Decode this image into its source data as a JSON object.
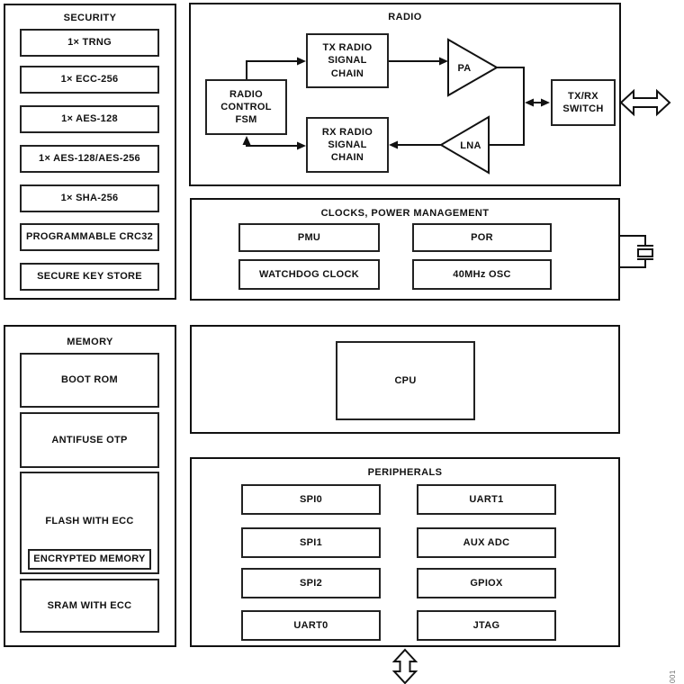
{
  "colors": {
    "background": "#ffffff",
    "line": "#111111",
    "box_border": "#222222",
    "text": "#111111",
    "figure_code_text": "#707070"
  },
  "security": {
    "title": "SECURITY",
    "items": [
      "1× TRNG",
      "1× ECC-256",
      "1× AES-128",
      "1× AES-128/AES-256",
      "1× SHA-256",
      "PROGRAMMABLE CRC32",
      "SECURE KEY STORE"
    ]
  },
  "radio": {
    "title": "RADIO",
    "fsm_label": "RADIO CONTROL FSM",
    "tx_chain_label": "TX RADIO SIGNAL CHAIN",
    "rx_chain_label": "RX RADIO SIGNAL CHAIN",
    "pa_label": "PA",
    "lna_label": "LNA",
    "switch_label": "TX/RX SWITCH"
  },
  "clocks": {
    "title": "CLOCKS, POWER MANAGEMENT",
    "pmu": "PMU",
    "por": "POR",
    "watchdog": "WATCHDOG CLOCK",
    "osc": "40MHz OSC"
  },
  "memory": {
    "title": "MEMORY",
    "boot_rom": "BOOT ROM",
    "antifuse": "ANTIFUSE OTP",
    "flash": "FLASH WITH ECC",
    "encrypted": "ENCRYPTED MEMORY",
    "sram": "SRAM WITH ECC"
  },
  "cpu": {
    "label": "CPU"
  },
  "peripherals": {
    "title": "PERIPHERALS",
    "left": [
      "SPI0",
      "SPI1",
      "SPI2",
      "UART0"
    ],
    "right": [
      "UART1",
      "AUX ADC",
      "GPIOX",
      "JTAG"
    ]
  },
  "figure_code": "001",
  "icons": {
    "antenna": "double-headed-horizontal-hollow-arrow",
    "crystal": "crystal-oscillator-symbol",
    "external_bus": "double-headed-vertical-hollow-arrow"
  }
}
